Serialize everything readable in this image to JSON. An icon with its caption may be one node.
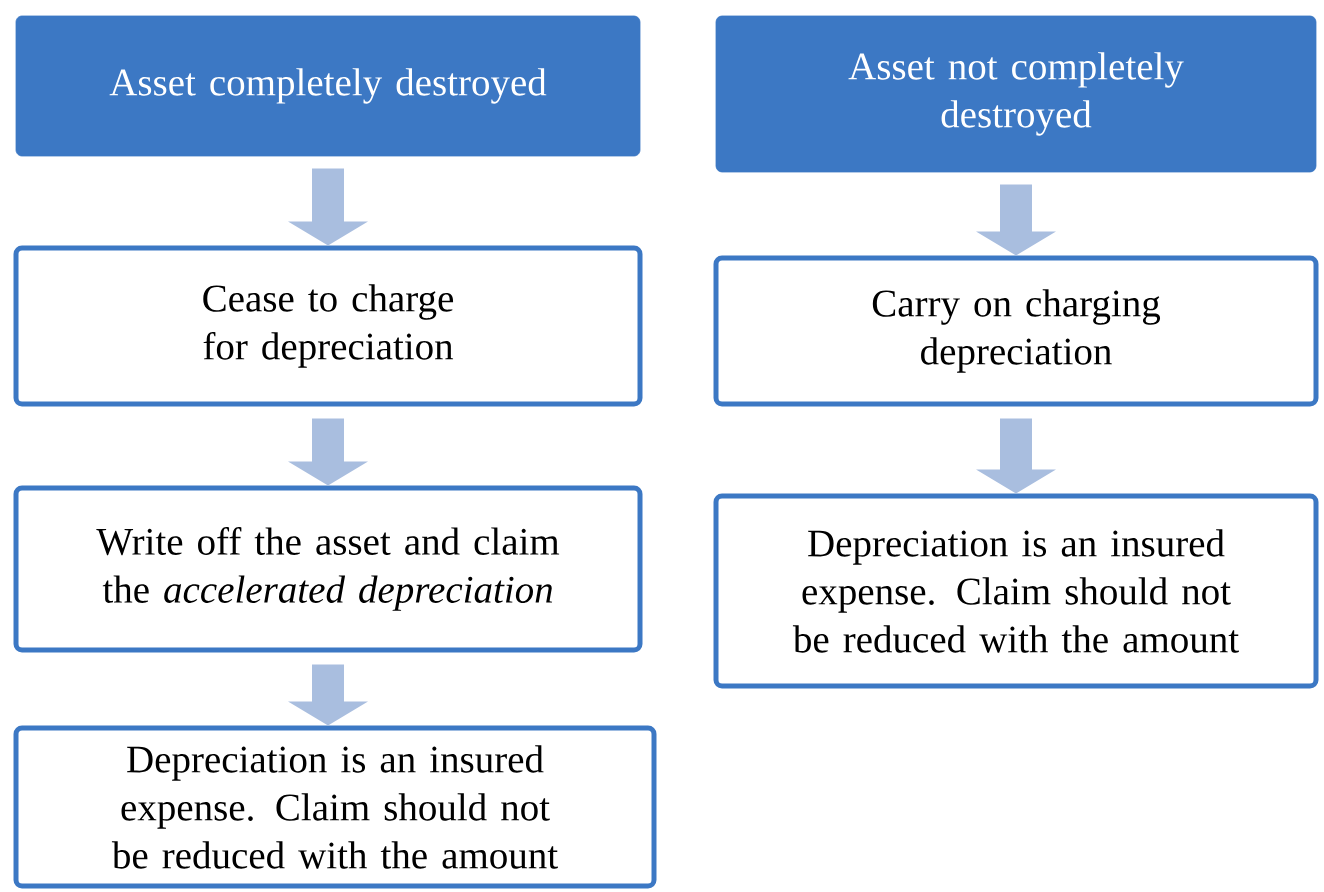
{
  "diagram": {
    "nodes": [
      {
        "text": [
          "Asset completely destroyed"
        ]
      },
      {
        "text": [
          "Cease to charge for depreciation"
        ]
      },
      {
        "text": [
          "Write off the asset and claim the *accelerated depreciation*"
        ]
      },
      {
        "text": [
          "Depreciation is an insured expense. Claim should not be reduced with the amount"
        ]
      },
      {
        "text": [
          "Asset not completely destroyed"
        ]
      },
      {
        "text": [
          "Carry on charging depreciation"
        ]
      },
      {
        "text": [
          "Depreciation is an insured expense. Claim should not be reduced with the amount"
        ]
      }
    ],
    "edges": [
      {
        "from": 0,
        "to": 1,
        "arrow": "to"
      },
      {
        "from": 1,
        "to": 2,
        "arrow": "to"
      },
      {
        "from": 2,
        "to": 3,
        "arrow": "to"
      },
      {
        "from": 4,
        "to": 5,
        "arrow": "to"
      },
      {
        "from": 5,
        "to": 6,
        "arrow": "to"
      }
    ]
  }
}
